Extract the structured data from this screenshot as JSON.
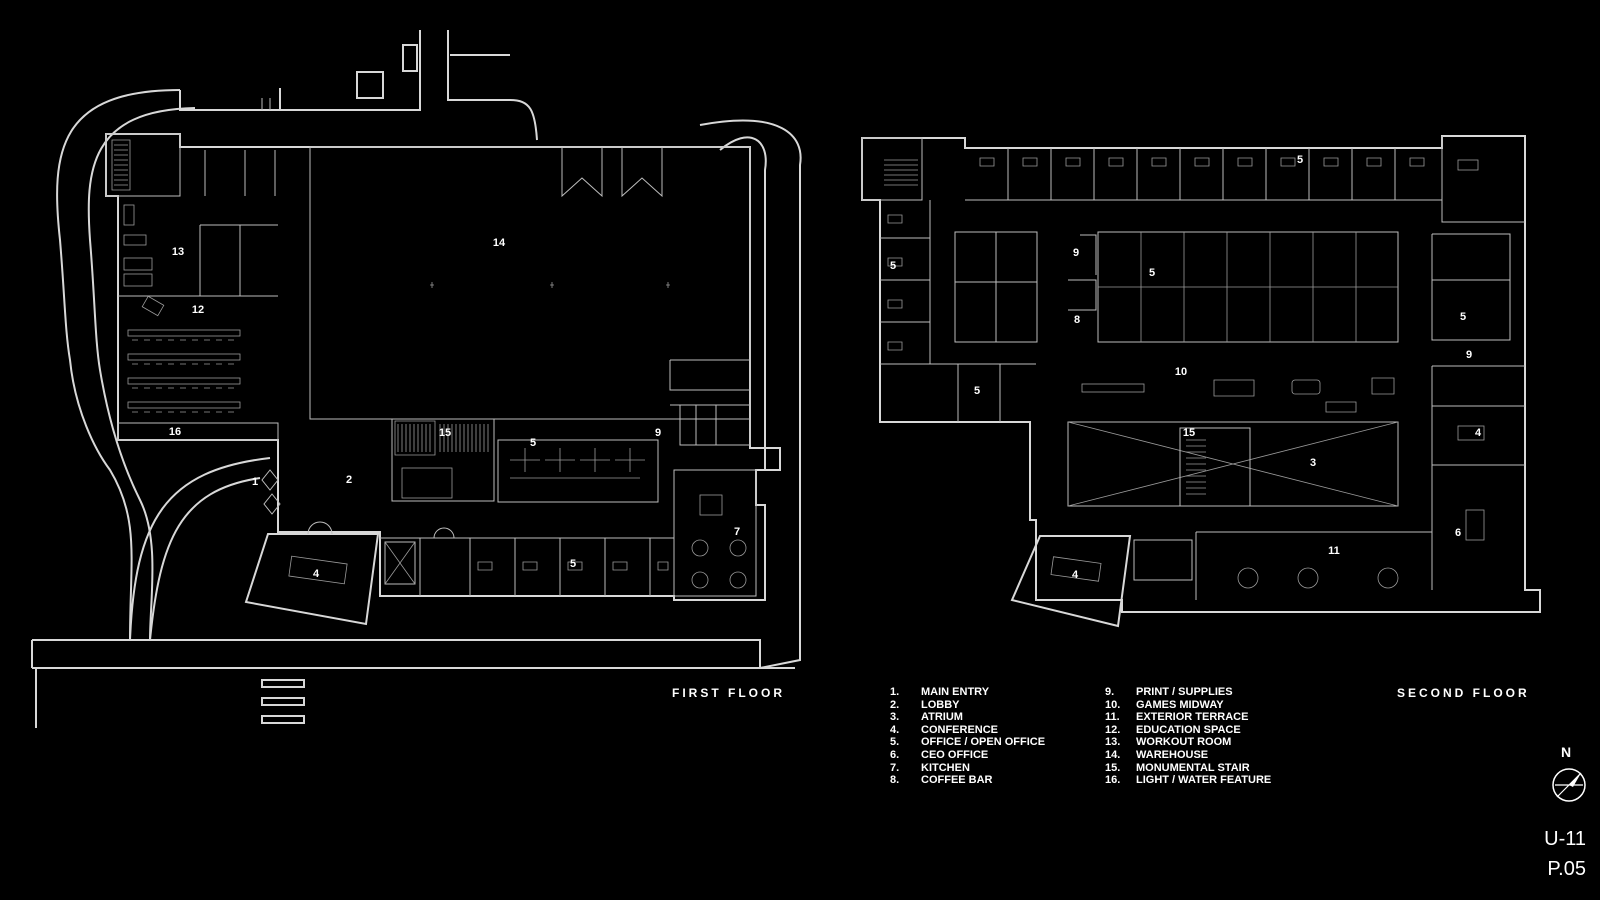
{
  "first_floor_title": "FIRST FLOOR",
  "second_floor_title": "SECOND FLOOR",
  "legend": [
    {
      "num": "1.",
      "label": "MAIN ENTRY"
    },
    {
      "num": "2.",
      "label": "LOBBY"
    },
    {
      "num": "3.",
      "label": "ATRIUM"
    },
    {
      "num": "4.",
      "label": "CONFERENCE"
    },
    {
      "num": "5.",
      "label": "OFFICE / OPEN OFFICE"
    },
    {
      "num": "6.",
      "label": "CEO OFFICE"
    },
    {
      "num": "7.",
      "label": "KITCHEN"
    },
    {
      "num": "8.",
      "label": "COFFEE BAR"
    },
    {
      "num": "9.",
      "label": "PRINT / SUPPLIES"
    },
    {
      "num": "10.",
      "label": "GAMES MIDWAY"
    },
    {
      "num": "11.",
      "label": "EXTERIOR TERRACE"
    },
    {
      "num": "12.",
      "label": "EDUCATION SPACE"
    },
    {
      "num": "13.",
      "label": "WORKOUT ROOM"
    },
    {
      "num": "14.",
      "label": "WAREHOUSE"
    },
    {
      "num": "15.",
      "label": "MONUMENTAL STAIR"
    },
    {
      "num": "16.",
      "label": "LIGHT / WATER FEATURE"
    }
  ],
  "first_floor_tags": [
    "1",
    "2",
    "4",
    "5",
    "5",
    "7",
    "9",
    "12",
    "13",
    "14",
    "15",
    "16"
  ],
  "second_floor_tags": [
    "3",
    "4",
    "5",
    "5",
    "5",
    "5",
    "5",
    "6",
    "8",
    "9",
    "9",
    "10",
    "11",
    "15"
  ],
  "north": "N",
  "sheet_id": "U-11",
  "sheet_page": "P.05",
  "colors": {
    "background": "#000000",
    "linework": "#d8d8d8",
    "text": "#ffffff"
  }
}
